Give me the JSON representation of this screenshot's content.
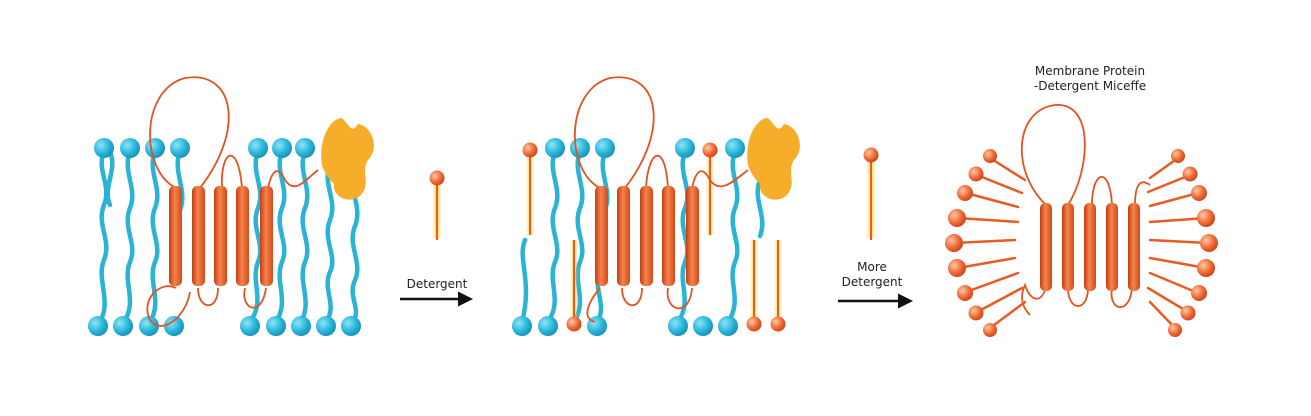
{
  "labels": {
    "step1_arrow": "Detergent",
    "step2_arrow_line1": "More",
    "step2_arrow_line2": "Detergent",
    "result_line1": "Membrane Protein",
    "result_line2": "-Detergent Miceffe"
  },
  "colors": {
    "lipid": "#2bb3d6",
    "lipid_head": "#28b6db",
    "detergent": "#ea5a25",
    "detergent_glow": "#ffd23a",
    "protein": "#ea5a25",
    "peripheral_protein": "#f5ad2a",
    "arrow": "#111111"
  }
}
